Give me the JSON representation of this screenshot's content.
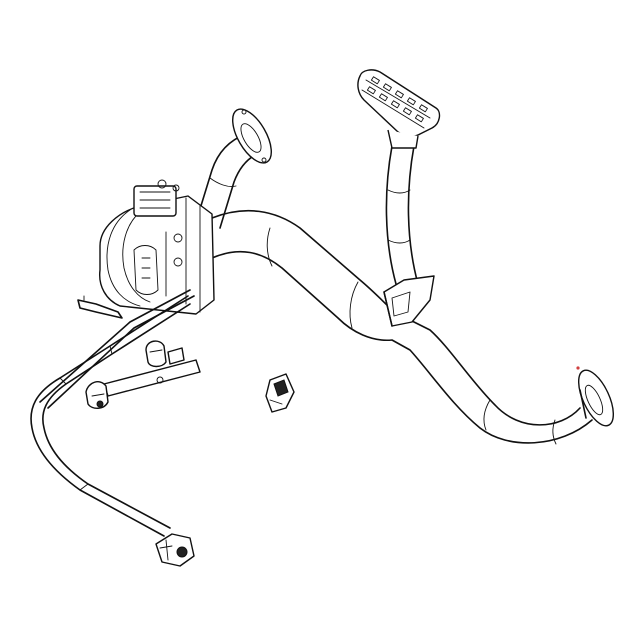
{
  "diagram": {
    "kind": "exploded-parts-line-drawing",
    "background_color": "#ffffff",
    "line_color": "#111111",
    "accent_mark_color": "#d04040",
    "parts": [
      "heater-unit",
      "exhaust-pipe",
      "exhaust-flange-left",
      "exhaust-flange-right",
      "air-intake-pipe",
      "intake-grille",
      "pipe-clamp",
      "fuel-line",
      "fuel-pump",
      "fuel-connector",
      "loose-connector",
      "mounting-bracket"
    ]
  }
}
